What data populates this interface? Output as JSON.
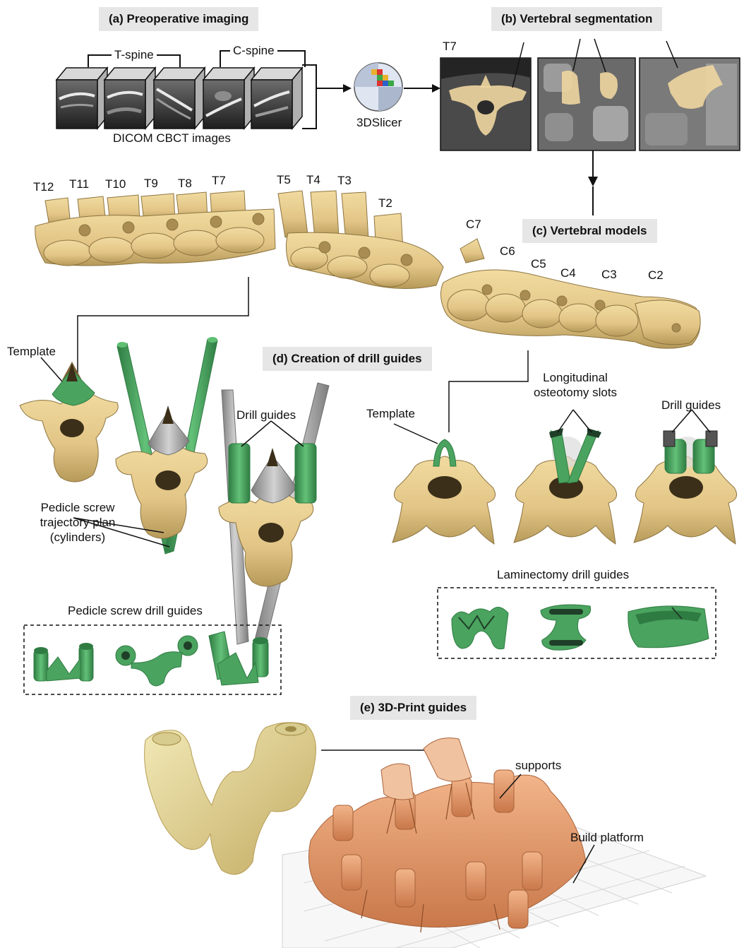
{
  "sections": {
    "a": "(a)  Preoperative imaging",
    "b": "(b) Vertebral segmentation",
    "c": "(c) Vertebral models",
    "d": "(d) Creation of drill guides",
    "e": "(e) 3D-Print guides"
  },
  "imaging": {
    "tspine": "T-spine",
    "cspine": "C-spine",
    "dicom": "DICOM CBCT images",
    "slicer": "3DSlicer",
    "t7": "T7"
  },
  "vertebrae": {
    "thoracic": [
      "T12",
      "T11",
      "T10",
      "T9",
      "T8",
      "T7",
      "T5",
      "T4",
      "T3",
      "T2"
    ],
    "cervical": [
      "C7",
      "C6",
      "C5",
      "C4",
      "C3",
      "C2"
    ]
  },
  "drill": {
    "template_left": "Template",
    "drill_guides_left": "Drill guides",
    "pedicle_plan_1": "Pedicle screw",
    "pedicle_plan_2": "trajectory plan",
    "pedicle_plan_3": "(cylinders)",
    "pedicle_box": "Pedicle screw drill guides",
    "template_right": "Template",
    "longitudinal_1": "Longitudinal",
    "longitudinal_2": "osteotomy slots",
    "drill_guides_right": "Drill guides",
    "laminectomy_box": "Laminectomy drill guides"
  },
  "print": {
    "supports": "supports",
    "platform": "Build platform"
  },
  "colors": {
    "bone": "#e8cf8e",
    "bone_shadow": "#b69a5a",
    "guide_green": "#4aa35f",
    "guide_gray": "#a9a9a9",
    "print_orange": "#e39b6b",
    "print_pale": "#e0cf8c"
  }
}
